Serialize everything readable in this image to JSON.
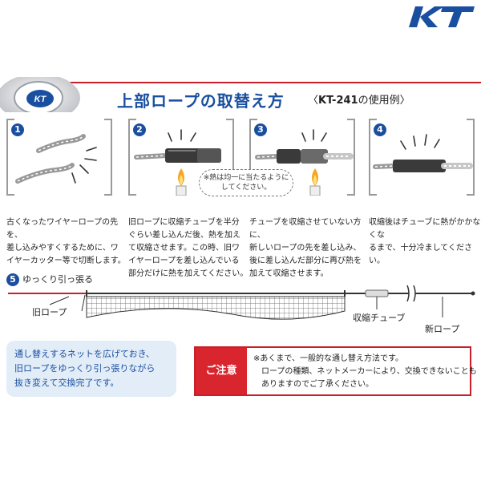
{
  "brand": {
    "logo_text": "KT",
    "emblem_text": "KT"
  },
  "header": {
    "title": "上部ロープの取替え方",
    "subtitle_open": "〈",
    "subtitle_model": "KT-241",
    "subtitle_rest": "の使用例",
    "subtitle_close": "〉"
  },
  "steps": [
    {
      "number": "1",
      "lines": [
        "古くなったワイヤーロープの先を、",
        "差し込みやすくするために、ワ",
        "イヤーカッター等で切断します。"
      ]
    },
    {
      "number": "2",
      "lines": [
        "旧ロープに収縮チューブを半分",
        "ぐらい差し込んだ後、熱を加え",
        "て収縮させます。この時、旧ワ",
        "イヤーロープを差し込んでいる",
        "部分だけに熱を加えてください。"
      ]
    },
    {
      "number": "3",
      "lines": [
        "チューブを収縮させていない方に、",
        "新しいロープの先を差し込み、",
        "後に差し込んだ部分に再び熱を",
        "加えて収縮させます。"
      ]
    },
    {
      "number": "4",
      "lines": [
        "収縮後はチューブに熱がかかなくな",
        "るまで、十分冷ましてください。"
      ]
    }
  ],
  "bubble": {
    "lines": [
      "※熱は均一に当たるように",
      "してください。"
    ]
  },
  "step5": {
    "number": "5",
    "label": "ゆっくり引っ張る",
    "old_rope": "旧ロープ",
    "tube": "収縮チューブ",
    "new_rope": "新ロープ"
  },
  "info": {
    "lines": [
      "通し替えするネットを広げておき、",
      "旧ロープをゆっくり引っ張りながら",
      "抜き変えて交換完了です。"
    ]
  },
  "notice": {
    "tag": "ご注意",
    "lines": [
      "※あくまで、一般的な通し替え方法です。",
      "　ロープの種類、ネットメーカーにより、交換できないことも",
      "　ありますのでご了承ください。"
    ]
  },
  "colors": {
    "accent_blue": "#1a4fa0",
    "accent_red": "#d9262e",
    "info_bg": "#e2edf8"
  }
}
